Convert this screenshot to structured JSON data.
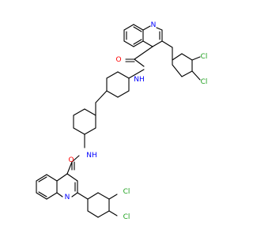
{
  "colors": {
    "bond": "#000000",
    "N": "#0000ff",
    "O": "#ff0000",
    "Cl": "#1fa11f",
    "background": "#ffffff"
  },
  "labels": {
    "N_quinoline_top": "N",
    "O_top": "O",
    "NH_top": "NH",
    "Cl_top_1": "Cl",
    "Cl_top_2": "Cl",
    "NH_bottom": "NH",
    "O_bottom": "O",
    "N_quinoline_bottom": "N",
    "Cl_bottom_1": "Cl",
    "Cl_bottom_2": "Cl"
  }
}
